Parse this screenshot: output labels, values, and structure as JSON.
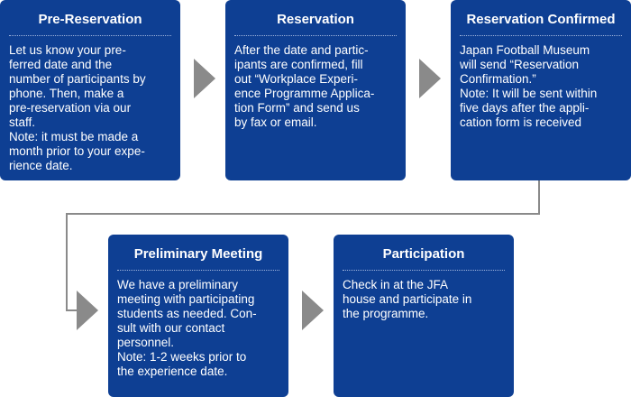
{
  "steps": [
    {
      "title": "Pre-Reservation",
      "body": "Let us know your pre-\nferred date and the\nnumber of participants by\nphone. Then, make a\npre-reservation via our\nstaff.\nNote: it must be made a\nmonth prior to your expe-\nrience date."
    },
    {
      "title": "Reservation",
      "body": "After the date and partic-\nipants are confirmed, fill\nout “Workplace Experi-\nence Programme Applica-\ntion Form” and send us\nby fax or email."
    },
    {
      "title": "Reservation Confirmed",
      "body": "Japan Football Museum\nwill send “Reservation\nConfirmation.”\nNote: It will be sent within\nfive days after the appli-\ncation form is received"
    },
    {
      "title": "Preliminary Meeting",
      "body": "We have a preliminary\nmeeting with participating\nstudents as needed. Con-\nsult with our contact\npersonnel.\nNote: 1-2 weeks prior to\nthe experience date."
    },
    {
      "title": "Participation",
      "body": "Check in at the JFA\nhouse and participate in\nthe programme."
    }
  ],
  "colors": {
    "box_fill": "#0e3f93",
    "arrow": "#8a8a8a",
    "text": "#ffffff"
  }
}
